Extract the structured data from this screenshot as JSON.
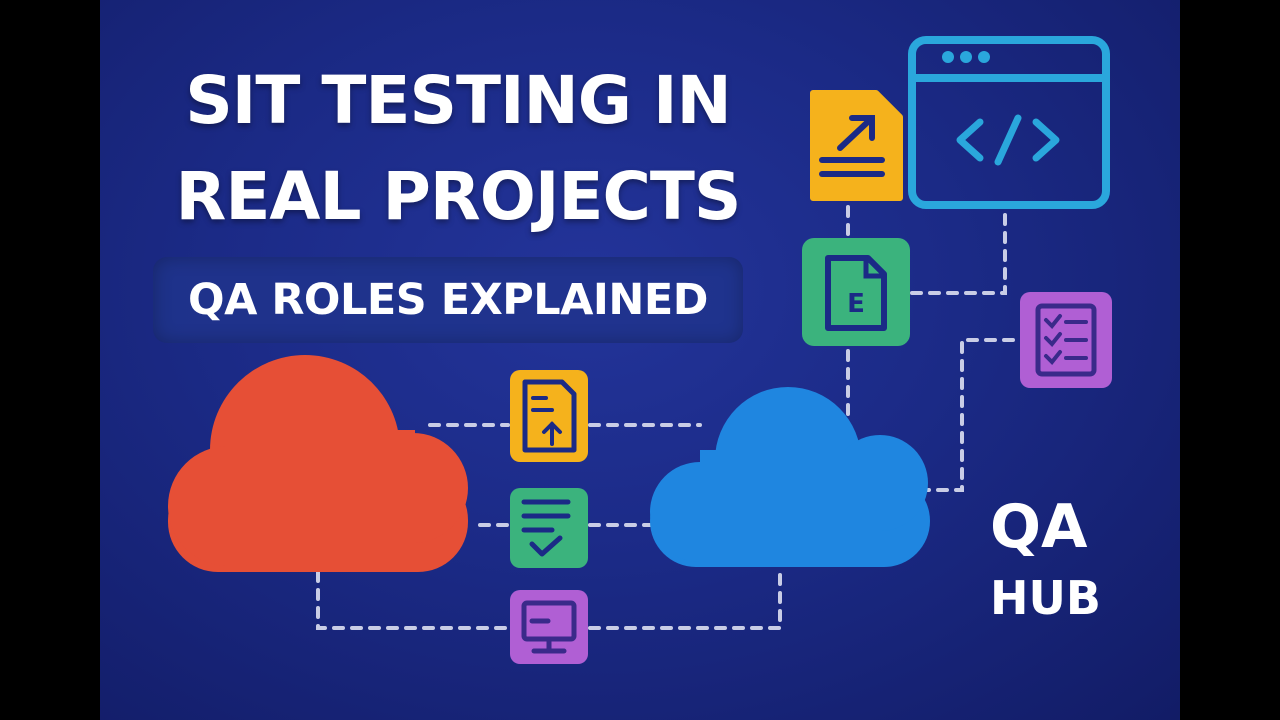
{
  "title": {
    "line1": "SIT TESTING IN",
    "line2": "REAL PROJECTS"
  },
  "subtitle": "QA ROLES EXPLAINED",
  "brand": {
    "line1": "QA",
    "line2": "HUB"
  },
  "colors": {
    "background": "#1b2a86",
    "cloud_left": "#e64f36",
    "cloud_right": "#1f86e0",
    "tile_yellow": "#f5b21c",
    "tile_green": "#3bb37d",
    "tile_purple": "#b05fd4",
    "browser_blue": "#2aa7dc",
    "connector": "#c9cde6"
  },
  "icons": [
    "document-upload-icon",
    "document-e-icon",
    "code-browser-icon",
    "checklist-icon",
    "file-upload-icon",
    "document-check-icon",
    "monitor-icon"
  ]
}
